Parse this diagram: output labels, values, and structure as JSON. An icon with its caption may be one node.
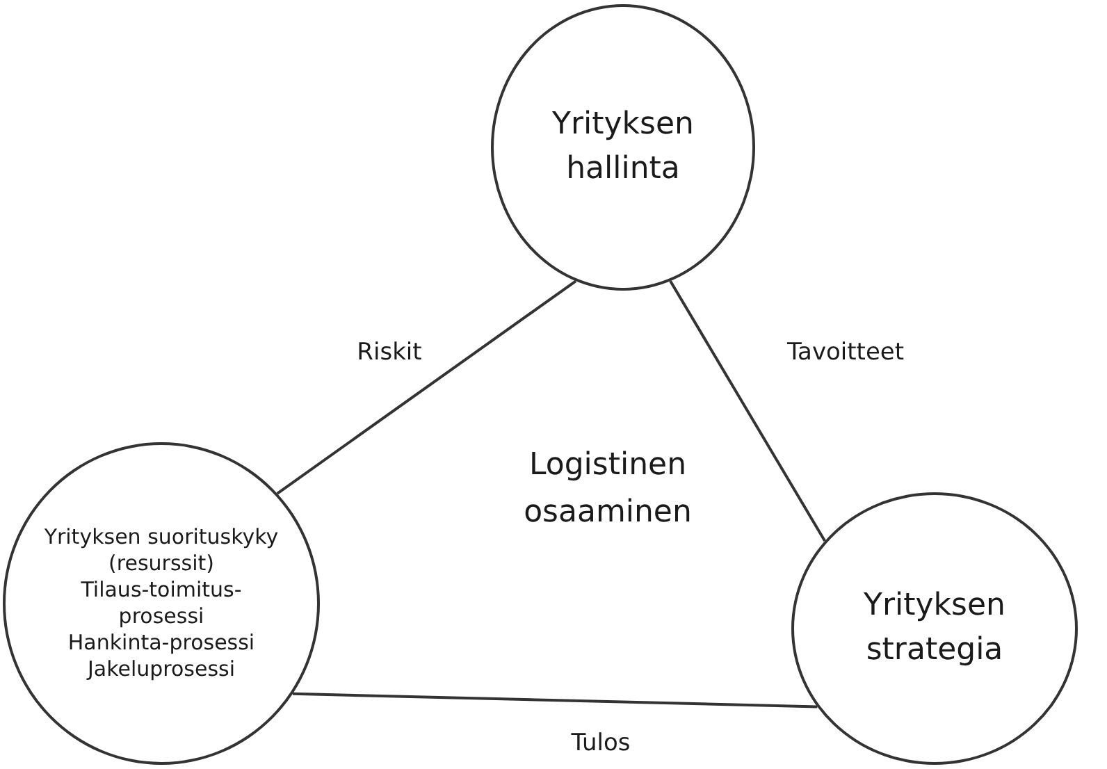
{
  "diagram": {
    "nodes": [
      {
        "text": [
          "Yrityksen hallinta"
        ]
      },
      {
        "text": [
          "Yrityksen suorituskyky (resurssit)",
          "Tilaus-toimitus-prosessi",
          "Hankinta-prosessi",
          "Jakeluprosessi"
        ]
      },
      {
        "text": [
          "Yrityksen strategia"
        ]
      }
    ],
    "edges": [
      {
        "from": 0,
        "to": 1,
        "arrow": "none",
        "label": "Riskit"
      },
      {
        "from": 0,
        "to": 2,
        "arrow": "none",
        "label": "Tavoitteet"
      },
      {
        "from": 1,
        "to": 2,
        "arrow": "none",
        "label": "Tulos"
      }
    ],
    "labels": [
      "Logistinen osaaminen"
    ]
  }
}
